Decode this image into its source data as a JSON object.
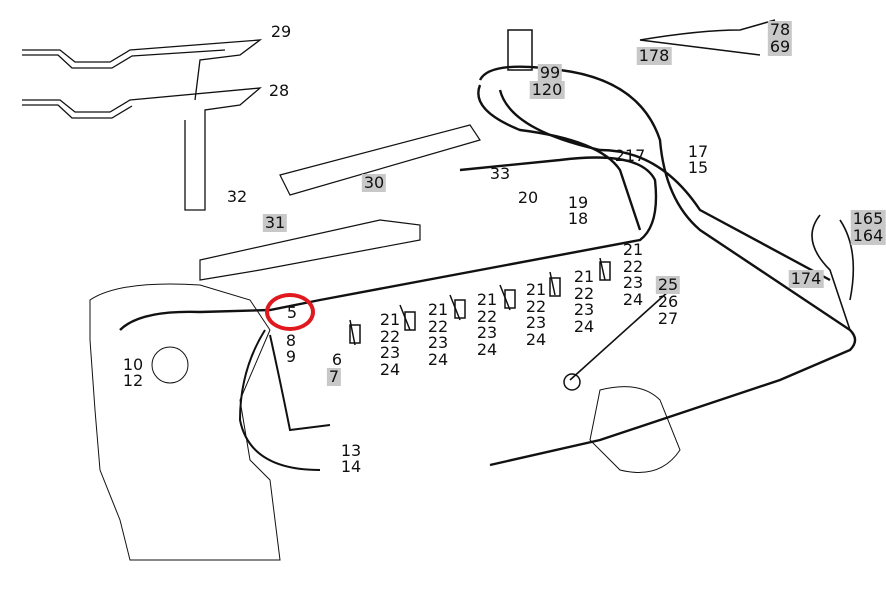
{
  "diagram_title": "",
  "callouts": [
    "29",
    "28",
    "32",
    "31",
    "30",
    "33",
    "20",
    "19",
    "18",
    "99",
    "120",
    "178",
    "78",
    "69",
    "217",
    "17",
    "15",
    "165",
    "164",
    "174",
    "25",
    "26",
    "27",
    "5",
    "8",
    "9",
    "6",
    "7",
    "10",
    "12",
    "13",
    "14"
  ],
  "injector_group_labels": [
    "21",
    "22",
    "23",
    "24"
  ],
  "highlighted_callouts": [
    "31",
    "30",
    "99",
    "120",
    "178",
    "78",
    "69",
    "165",
    "164",
    "174",
    "25",
    "7"
  ],
  "circled_callout": "5",
  "circle_color": "#e0191f",
  "highlight_color": "#c8c8c8"
}
